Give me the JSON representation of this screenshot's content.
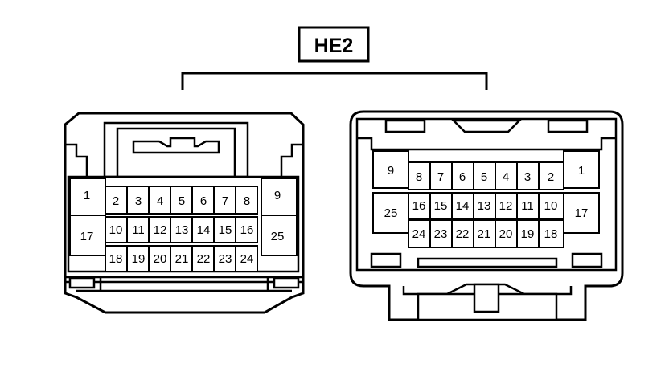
{
  "connector": {
    "label": "HE2"
  },
  "left_connector": {
    "pins": {
      "p1": "1",
      "p2": "2",
      "p3": "3",
      "p4": "4",
      "p5": "5",
      "p6": "6",
      "p7": "7",
      "p8": "8",
      "p9": "9",
      "p10": "10",
      "p11": "11",
      "p12": "12",
      "p13": "13",
      "p14": "14",
      "p15": "15",
      "p16": "16",
      "p17": "17",
      "p18": "18",
      "p19": "19",
      "p20": "20",
      "p21": "21",
      "p22": "22",
      "p23": "23",
      "p24": "24",
      "p25": "25"
    }
  },
  "right_connector": {
    "pins": {
      "p1": "1",
      "p2": "2",
      "p3": "3",
      "p4": "4",
      "p5": "5",
      "p6": "6",
      "p7": "7",
      "p8": "8",
      "p9": "9",
      "p10": "10",
      "p11": "11",
      "p12": "12",
      "p13": "13",
      "p14": "14",
      "p15": "15",
      "p16": "16",
      "p17": "17",
      "p18": "18",
      "p19": "19",
      "p20": "20",
      "p21": "21",
      "p22": "22",
      "p23": "23",
      "p24": "24",
      "p25": "25"
    }
  }
}
